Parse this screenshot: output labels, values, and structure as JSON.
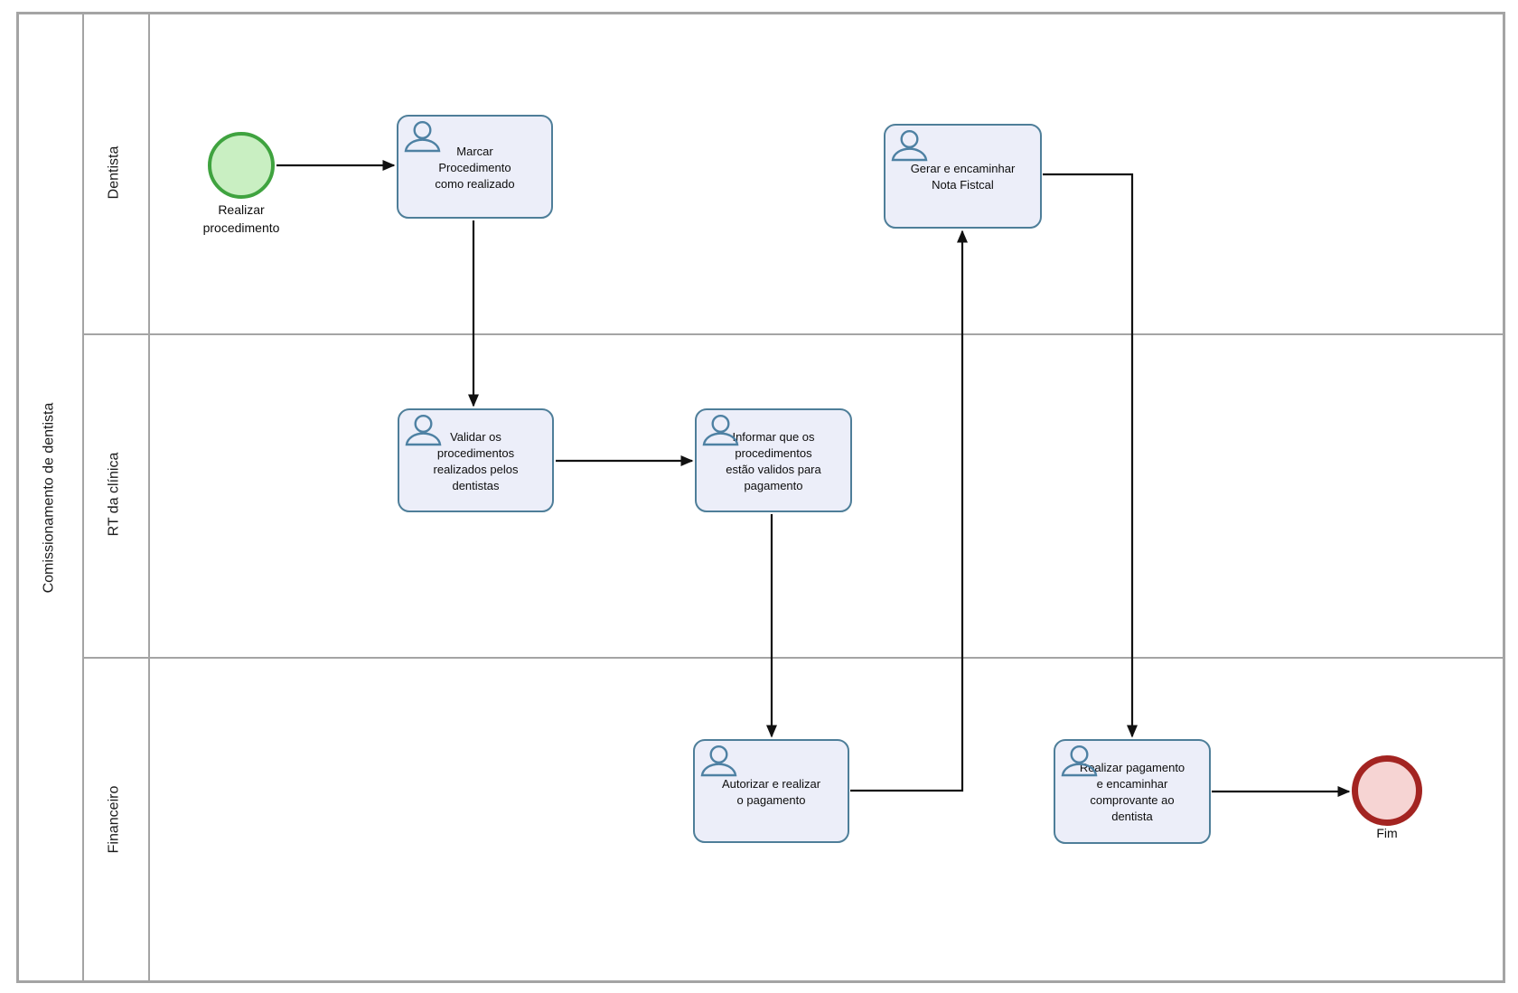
{
  "pool": {
    "label": "Comissionamento de dentista"
  },
  "lanes": [
    {
      "id": "dentista",
      "label": "Dentista"
    },
    {
      "id": "rt_clinica",
      "label": "RT da clínica"
    },
    {
      "id": "financeiro",
      "label": "Financeiro"
    }
  ],
  "nodes": {
    "start": {
      "type": "start-event",
      "lane": "Dentista",
      "label": [
        "Realizar",
        "procedimento"
      ]
    },
    "task_marcar": {
      "type": "user-task",
      "lane": "Dentista",
      "label": [
        "Marcar",
        "Procedimento",
        "como realizado"
      ]
    },
    "task_validar": {
      "type": "user-task",
      "lane": "RT da clínica",
      "label": [
        "Validar os",
        "procedimentos",
        "realizados pelos",
        "dentistas"
      ]
    },
    "task_informar": {
      "type": "user-task",
      "lane": "RT da clínica",
      "label": [
        "Informar que os",
        "procedimentos",
        "estão validos para",
        "pagamento"
      ]
    },
    "task_autorizar": {
      "type": "user-task",
      "lane": "Financeiro",
      "label": [
        "Autorizar e realizar",
        "o pagamento"
      ]
    },
    "task_gerar": {
      "type": "user-task",
      "lane": "Dentista",
      "label": [
        "Gerar e encaminhar",
        "Nota Fistcal"
      ]
    },
    "task_realizar_pag": {
      "type": "user-task",
      "lane": "Financeiro",
      "label": [
        "Realizar pagamento",
        "e encaminhar",
        "comprovante ao",
        "dentista"
      ]
    },
    "end": {
      "type": "end-event",
      "lane": "Financeiro",
      "label": "Fim"
    }
  },
  "edges": [
    {
      "from": "start",
      "to": "task_marcar"
    },
    {
      "from": "task_marcar",
      "to": "task_validar"
    },
    {
      "from": "task_validar",
      "to": "task_informar"
    },
    {
      "from": "task_informar",
      "to": "task_autorizar"
    },
    {
      "from": "task_autorizar",
      "to": "task_gerar"
    },
    {
      "from": "task_gerar",
      "to": "task_realizar_pag"
    },
    {
      "from": "task_realizar_pag",
      "to": "end"
    }
  ],
  "colors": {
    "task_fill": "#ECEEF9",
    "task_border": "#4E7E99",
    "user_icon": "#4E81A3",
    "start_fill": "#C9EFC2",
    "start_border": "#3FA33F",
    "end_fill": "#F6D4D3",
    "end_border": "#A32421",
    "connector": "#111111",
    "pool_border": "#A4A4A4"
  }
}
